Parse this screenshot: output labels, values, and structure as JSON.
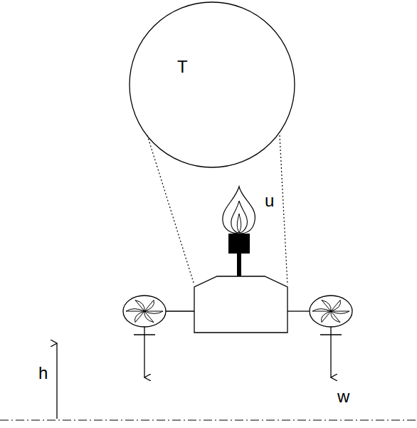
{
  "diagram": {
    "nodes": [
      {
        "text": [
          "T"
        ]
      }
    ],
    "labels": [
      "u",
      "w",
      "h"
    ]
  }
}
